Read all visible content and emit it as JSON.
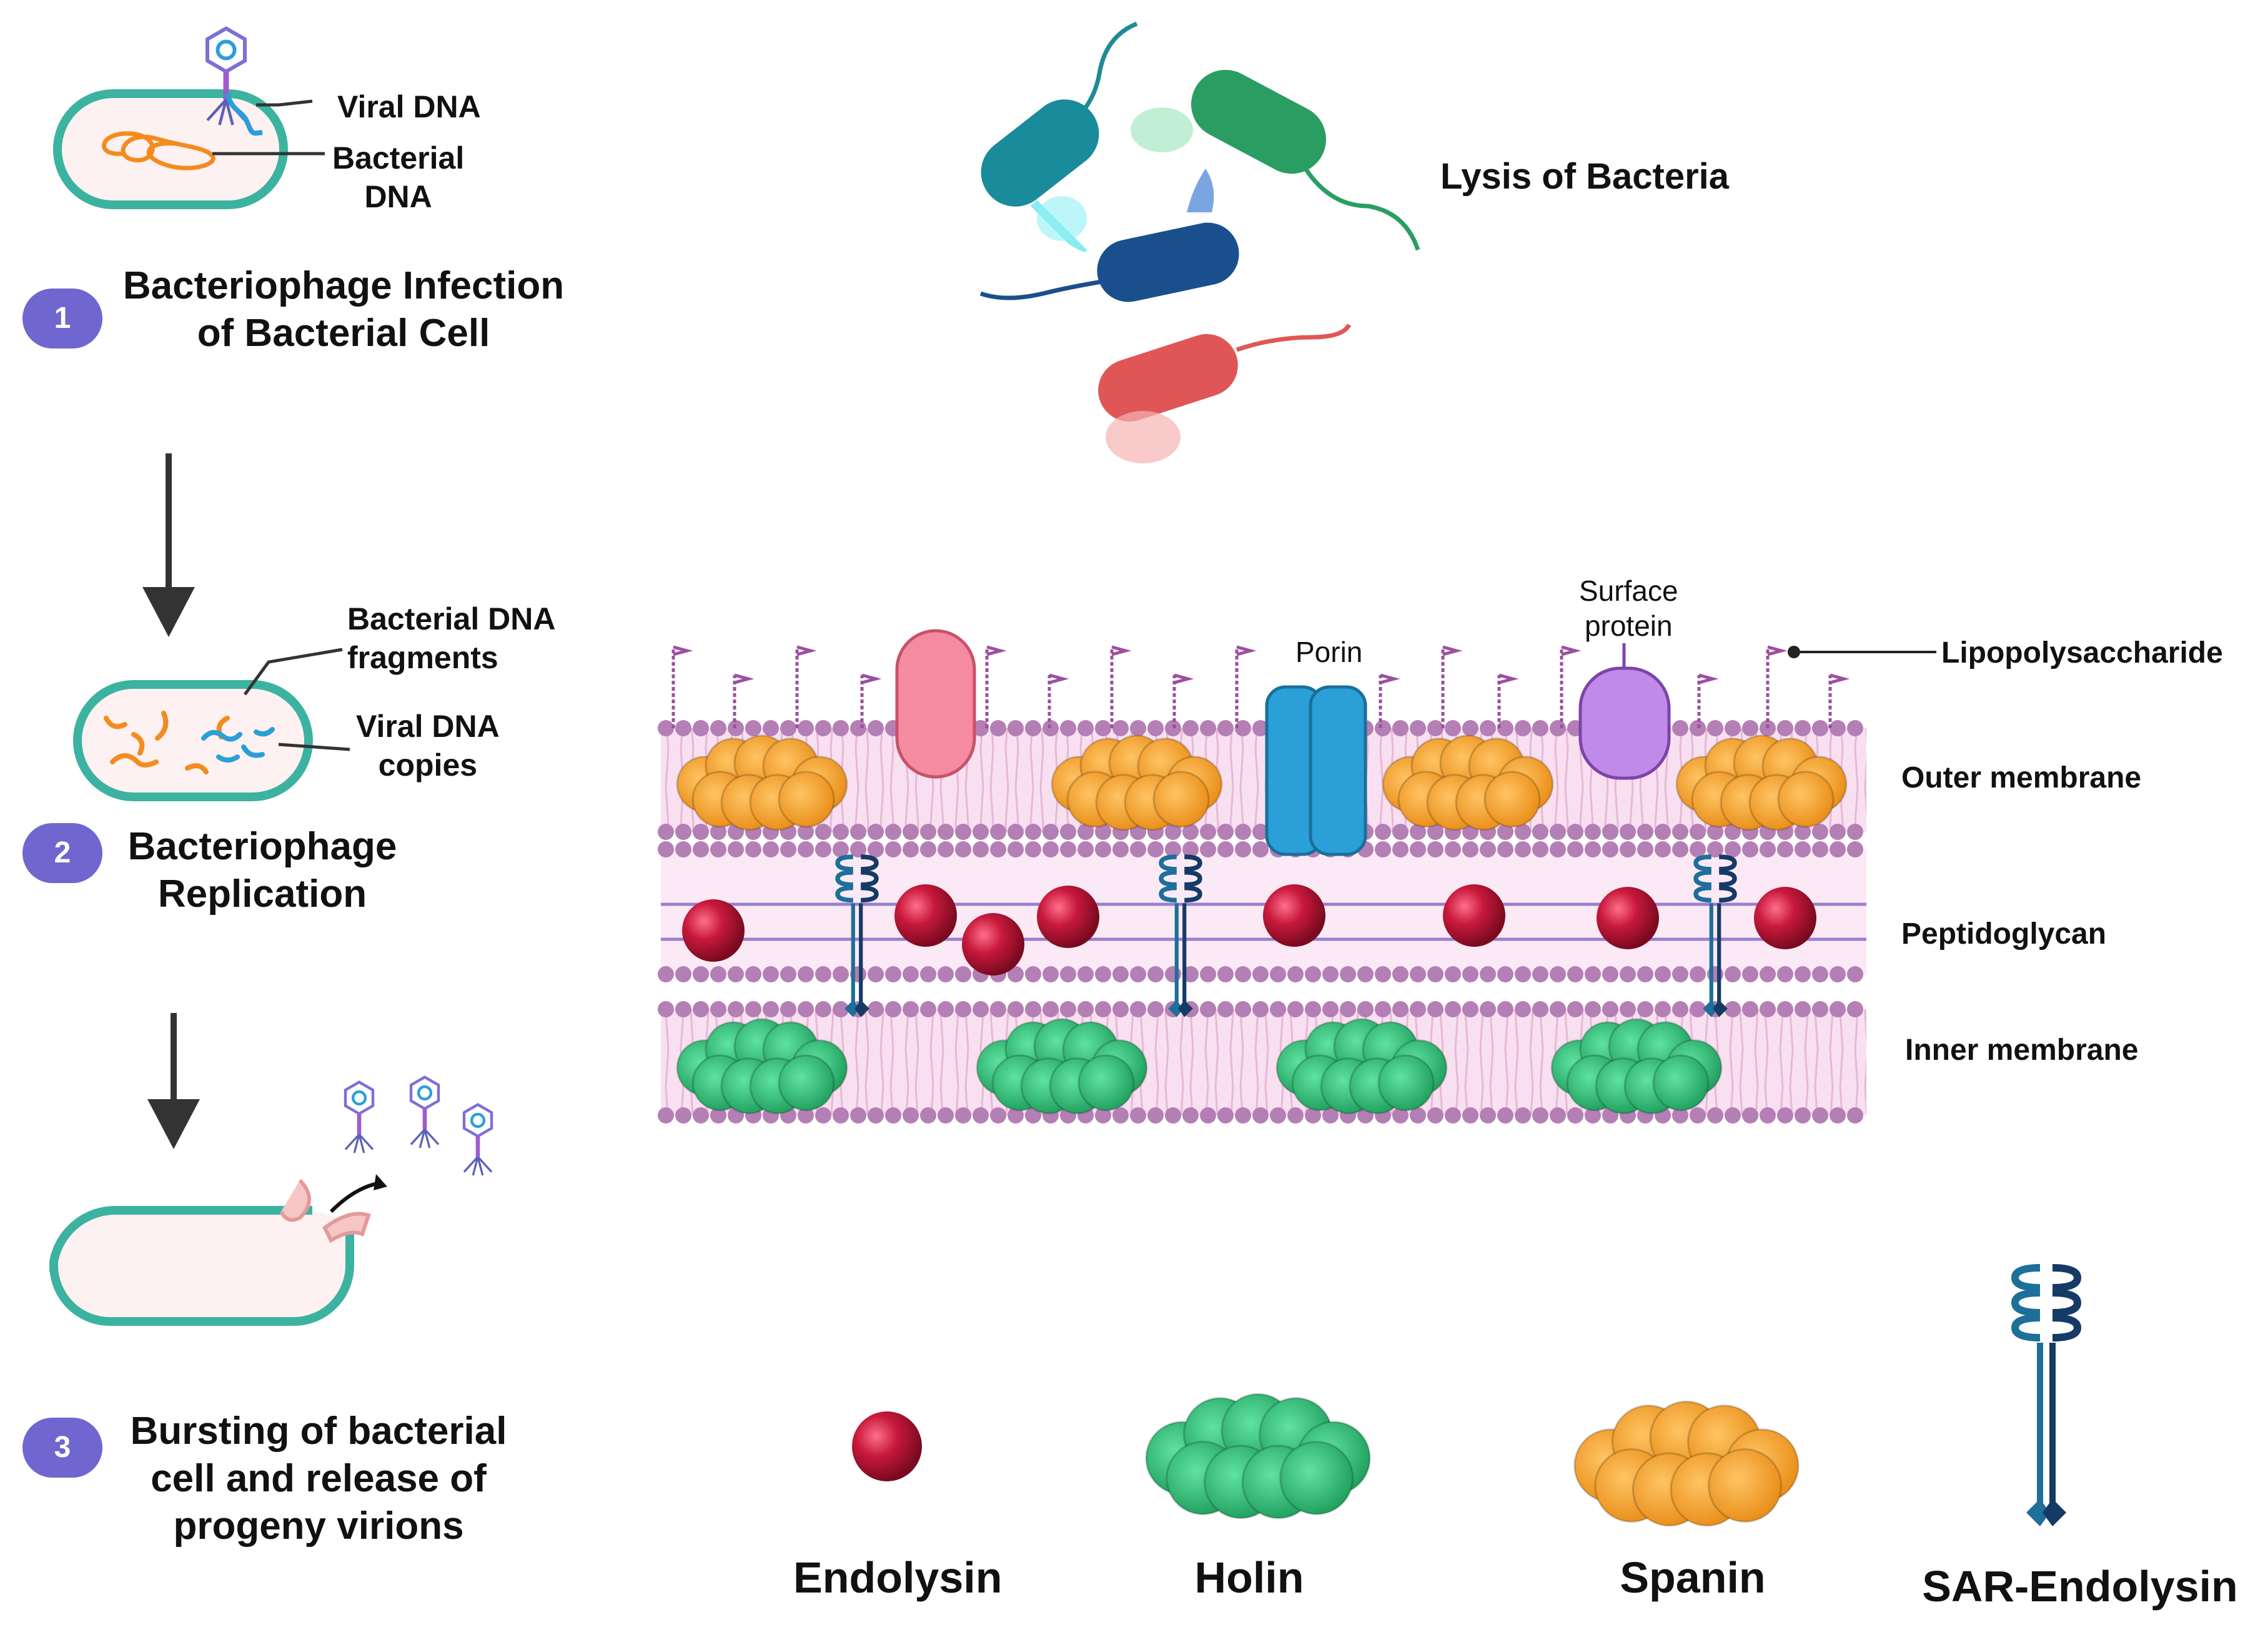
{
  "steps": [
    {
      "number": "1",
      "title": "Bacteriophage Infection\nof Bacterial Cell"
    },
    {
      "number": "2",
      "title": "Bacteriophage\nReplication"
    },
    {
      "number": "3",
      "title": "Bursting of bacterial\ncell and release of\nprogeny virions"
    }
  ],
  "step1_labels": {
    "viral_dna": "Viral DNA",
    "bacterial_dna": "Bacterial\nDNA"
  },
  "step2_labels": {
    "fragments": "Bacterial DNA\nfragments",
    "copies": "Viral DNA\ncopies"
  },
  "lysis_label": "Lysis of Bacteria",
  "membrane": {
    "porin": "Porin",
    "surface_protein": "Surface\nprotein",
    "lps": "Lipopolysaccharide",
    "outer": "Outer membrane",
    "peptidoglycan": "Peptidoglycan",
    "inner": "Inner membrane"
  },
  "legend": [
    "Endolysin",
    "Holin",
    "Spanin",
    "SAR-Endolysin"
  ],
  "colors": {
    "cell_outline": "#3bb3a0",
    "cell_fill": "#fdf1f1",
    "badge": "#6f66cf",
    "endolysin": "#c8193c",
    "holin": "#2fc27a",
    "spanin": "#f6a330",
    "porin": "#2a9fd8",
    "surface_protein": "#c08be8",
    "pink_protein": "#f58ba0",
    "membrane_bead": "#b47fb4",
    "membrane_band": "#f9e0f0",
    "sar": "#1e6f9a"
  }
}
